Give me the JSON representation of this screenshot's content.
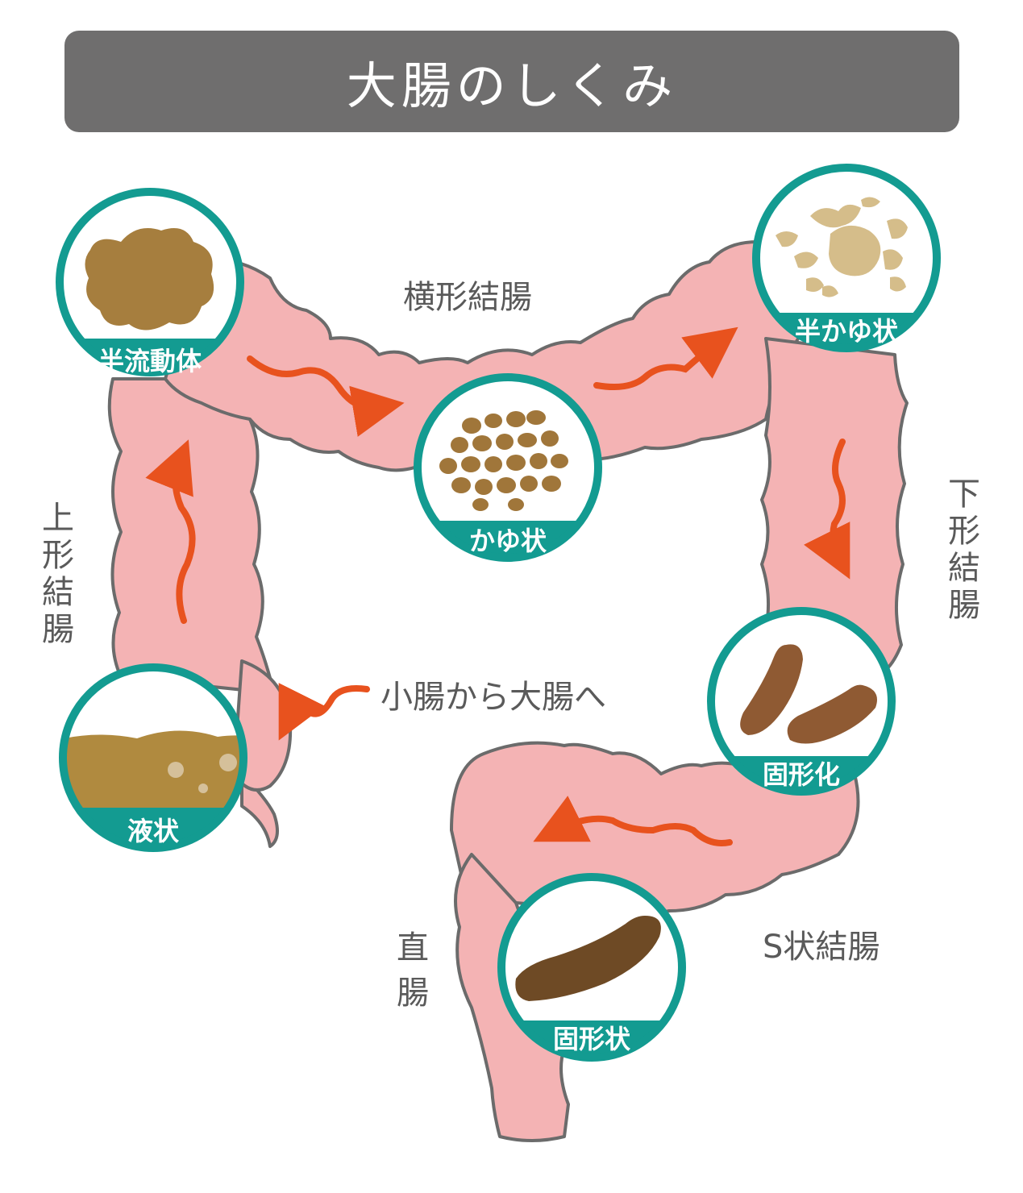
{
  "title": "大腸のしくみ",
  "labels": {
    "transverse": "横形結腸",
    "ascending": "上形結腸",
    "descending": "下形結腸",
    "small_to_large": "小腸から大腸へ",
    "sigmoid": "S状結腸",
    "rectum": "直腸"
  },
  "stages": {
    "liquid": "液状",
    "semi_fluid": "半流動体",
    "porridge": "かゆ状",
    "semi_porridge": "半かゆ状",
    "solidifying": "固形化",
    "solid": "固形状"
  },
  "colors": {
    "intestine_fill": "#f4b3b4",
    "intestine_stroke": "#6b6b6b",
    "arrow": "#e8521e",
    "badge": "#139b91",
    "title_bg": "#6f6e6e"
  },
  "icons": [
    "arrow-flow-icon",
    "stool-icon"
  ]
}
